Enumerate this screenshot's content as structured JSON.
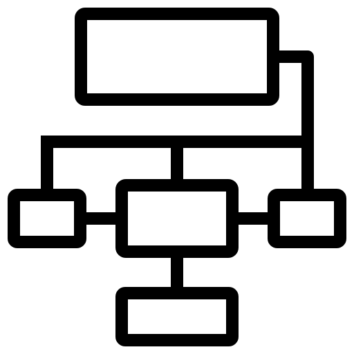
{
  "icon": {
    "name": "hierarchy-structure-icon",
    "stroke_color": "#000000",
    "background_color": "#ffffff",
    "nodes": [
      {
        "id": "top-box"
      },
      {
        "id": "left-small-box"
      },
      {
        "id": "center-box"
      },
      {
        "id": "right-small-box"
      },
      {
        "id": "bottom-box"
      }
    ],
    "connectors": [
      {
        "id": "top-to-right-elbow"
      },
      {
        "id": "horizontal-bus"
      },
      {
        "id": "bus-to-left-drop"
      },
      {
        "id": "bus-to-center-drop"
      },
      {
        "id": "left-to-center-link"
      },
      {
        "id": "center-to-right-link"
      },
      {
        "id": "center-to-bottom-link"
      }
    ]
  }
}
